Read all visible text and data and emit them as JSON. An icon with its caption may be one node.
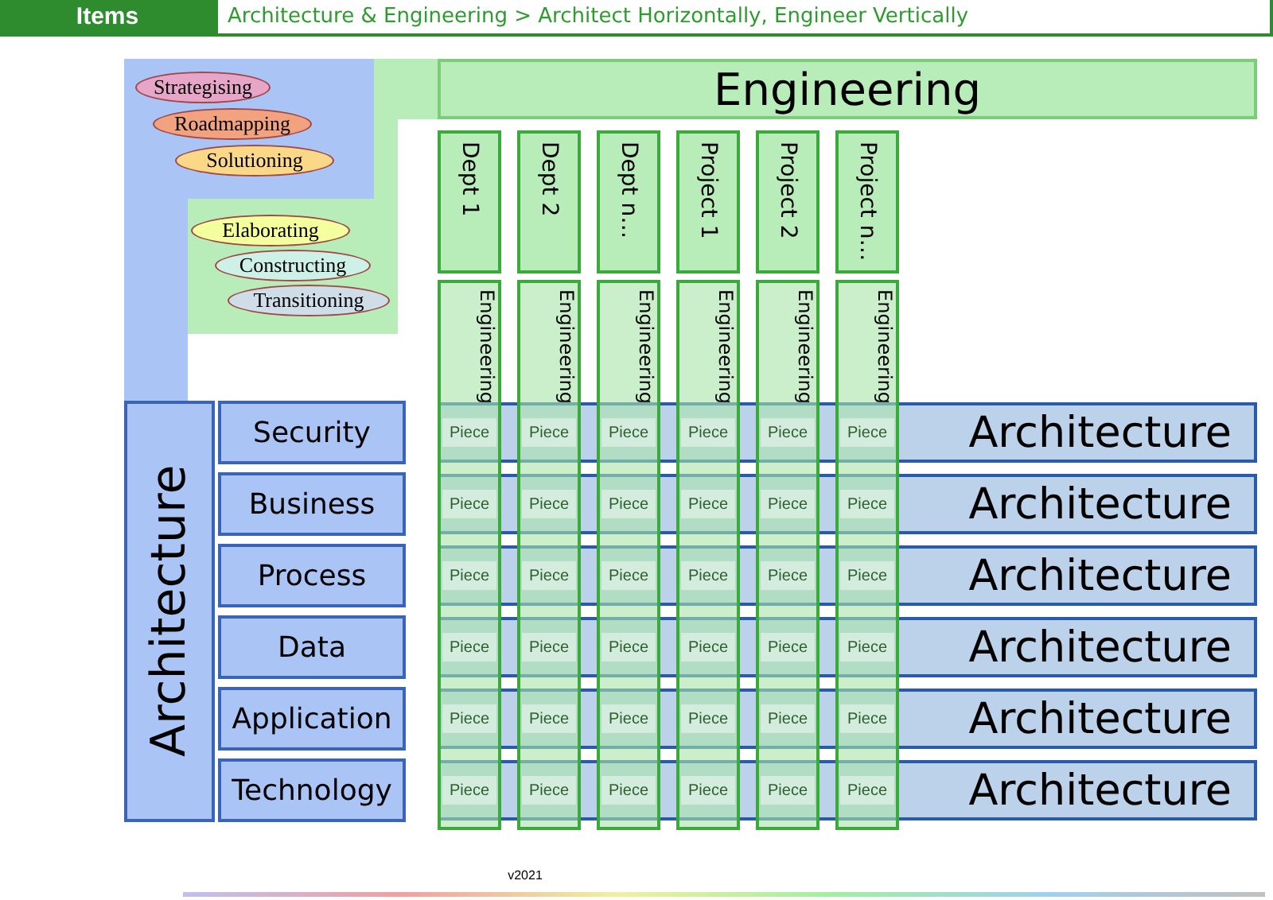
{
  "diagram": {
    "title": "Architecture & Engineering > Architect Horizontally, Engineer Vertically",
    "nodes": [
      {
        "text": [],
        "shape": "box"
      },
      {
        "text": [
          "Strategising"
        ],
        "in": 0
      },
      {
        "text": [
          "Roadmapping"
        ],
        "in": 0
      },
      {
        "text": [
          "Solutioning"
        ],
        "in": 0
      },
      {
        "text": [],
        "shape": "box"
      },
      {
        "text": [
          "Elaborating"
        ],
        "in": 4
      },
      {
        "text": [
          "Constructing"
        ],
        "in": 4
      },
      {
        "text": [
          "Transitioning"
        ],
        "in": 4
      },
      {
        "text": [
          "Engineering"
        ]
      },
      {
        "text": [
          "Dept 1"
        ]
      },
      {
        "text": [
          "Dept 2"
        ]
      },
      {
        "text": [
          "Dept n…"
        ]
      },
      {
        "text": [
          "Project 1"
        ]
      },
      {
        "text": [
          "Project 2"
        ]
      },
      {
        "text": [
          "Project n…"
        ]
      },
      {
        "text": [
          "Architecture"
        ]
      },
      {
        "text": [
          "Security"
        ]
      },
      {
        "text": [
          "Business"
        ]
      },
      {
        "text": [
          "Process"
        ]
      },
      {
        "text": [
          "Data"
        ]
      },
      {
        "text": [
          "Application"
        ]
      },
      {
        "text": [
          "Technology"
        ]
      },
      {
        "text": [
          "Engineering"
        ]
      },
      {
        "text": [
          "Engineering"
        ]
      },
      {
        "text": [
          "Engineering"
        ]
      },
      {
        "text": [
          "Engineering"
        ]
      },
      {
        "text": [
          "Engineering"
        ]
      },
      {
        "text": [
          "Engineering"
        ]
      },
      {
        "text": [
          "Architecture"
        ]
      },
      {
        "text": [
          "Architecture"
        ]
      },
      {
        "text": [
          "Architecture"
        ]
      },
      {
        "text": [
          "Architecture"
        ]
      },
      {
        "text": [
          "Architecture"
        ]
      },
      {
        "text": [
          "Architecture"
        ]
      }
    ],
    "edges": [],
    "labels": [
      "Items",
      "Piece",
      "Piece",
      "Piece",
      "Piece",
      "Piece",
      "Piece",
      "Piece",
      "Piece",
      "Piece",
      "Piece",
      "Piece",
      "Piece",
      "Piece",
      "Piece",
      "Piece",
      "Piece",
      "Piece",
      "Piece",
      "Piece",
      "Piece",
      "Piece",
      "Piece",
      "Piece",
      "Piece",
      "Piece",
      "Piece",
      "Piece",
      "Piece",
      "Piece",
      "Piece",
      "Piece",
      "Piece",
      "Piece",
      "Piece",
      "Piece",
      "Piece",
      "v2021"
    ]
  }
}
